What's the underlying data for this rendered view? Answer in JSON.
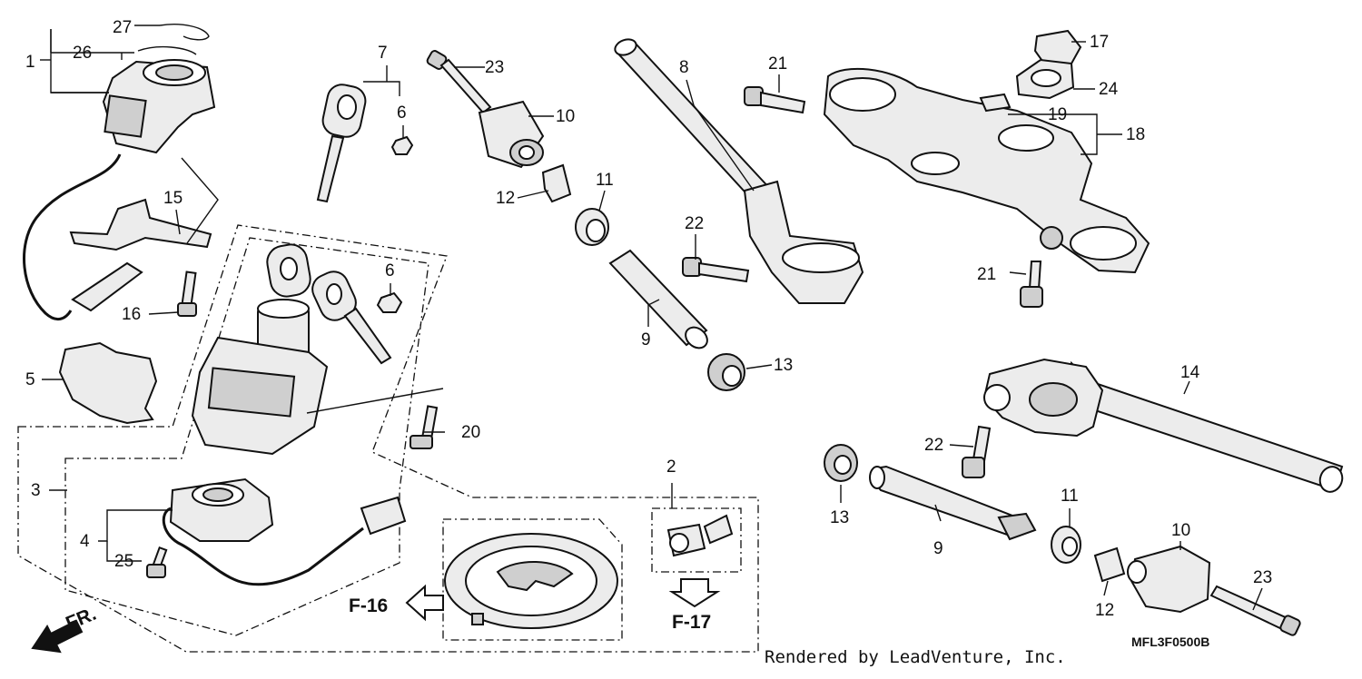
{
  "labels": {
    "p1": "1",
    "p2": "2",
    "p3": "3",
    "p4": "4",
    "p5": "5",
    "p6a": "6",
    "p6b": "6",
    "p7": "7",
    "p8": "8",
    "p9a": "9",
    "p9b": "9",
    "p10a": "10",
    "p10b": "10",
    "p11a": "11",
    "p11b": "11",
    "p12a": "12",
    "p12b": "12",
    "p13a": "13",
    "p13b": "13",
    "p14": "14",
    "p15": "15",
    "p16": "16",
    "p17": "17",
    "p18": "18",
    "p19": "19",
    "p20": "20",
    "p21a": "21",
    "p21b": "21",
    "p22a": "22",
    "p22b": "22",
    "p23a": "23",
    "p23b": "23",
    "p24": "24",
    "p25": "25",
    "p26": "26",
    "p27": "27"
  },
  "refs": {
    "f16": "F-16",
    "f17": "F-17",
    "front": "FR."
  },
  "credit": "Rendered by LeadVenture, Inc.",
  "diagram_code": "MFL3F0500B"
}
